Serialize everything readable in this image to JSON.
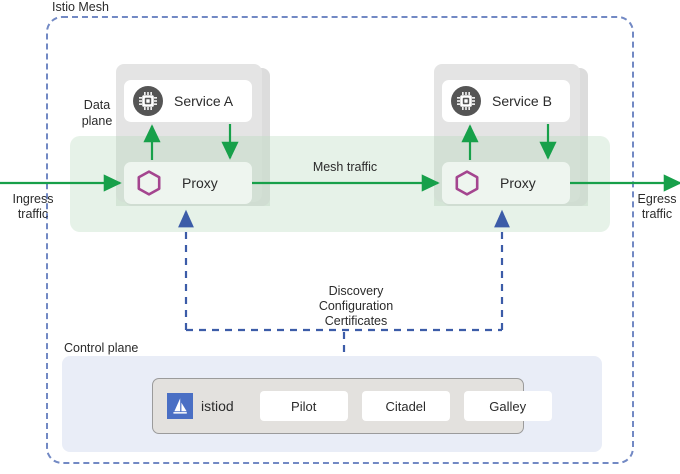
{
  "diagram": {
    "mesh_label": "Istio Mesh",
    "data_plane_label": "Data\nplane",
    "data_plane_label_line1": "Data",
    "data_plane_label_line2": "plane",
    "control_plane_label": "Control plane",
    "mesh_traffic_label": "Mesh traffic",
    "ingress_label_line1": "Ingress",
    "ingress_label_line2": "traffic",
    "egress_label_line1": "Egress",
    "egress_label_line2": "traffic",
    "discovery_lines": {
      "line1": "Discovery",
      "line2": "Configuration",
      "line3": "Certificates"
    }
  },
  "pods": [
    {
      "service_name": "Service A",
      "service_icon": "cpu-chip-icon",
      "proxy_name": "Proxy",
      "proxy_icon": "hexagon-icon"
    },
    {
      "service_name": "Service B",
      "service_icon": "cpu-chip-icon",
      "proxy_name": "Proxy",
      "proxy_icon": "hexagon-icon"
    }
  ],
  "control_plane": {
    "istiod_name": "istiod",
    "istiod_icon": "istio-sailboat-icon",
    "components": [
      {
        "label": "Pilot"
      },
      {
        "label": "Citadel"
      },
      {
        "label": "Galley"
      }
    ]
  },
  "colors": {
    "mesh_border": "#7289c4",
    "data_plane_band": "#e6f2e8",
    "control_plane_panel": "#e9edf7",
    "traffic_arrow_green": "#17a04a",
    "config_arrow_blue": "#3c5ca8",
    "hexagon_purple": "#a4458f",
    "service_icon_gray": "#555555",
    "istiod_logo_blue": "#4a6fc4",
    "pod_gray": "#e4e4e4",
    "istiod_container": "#e3e1de"
  }
}
